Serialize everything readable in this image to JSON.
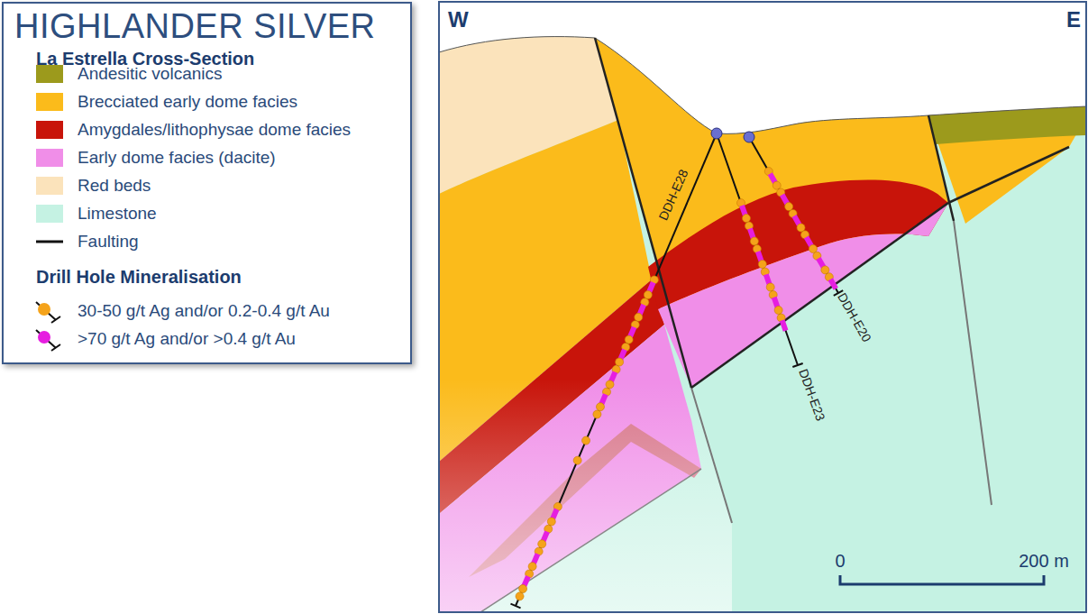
{
  "diagram": {
    "title": "HIGHLANDER SILVER",
    "labels": [
      "La Estrella Cross-Section",
      "Drill Hole Mineralisation",
      "W",
      "E",
      "DDH-E28",
      "DDH-E20",
      "DDH-E23",
      "0",
      "200 m"
    ],
    "legend": [
      {
        "text": "Andesitic volcanics",
        "color": "#9c9a1c"
      },
      {
        "text": "Brecciated early dome facies",
        "color": "#fbbb1b"
      },
      {
        "text": "Amygdales/lithophysae dome facies",
        "color": "#c8140a"
      },
      {
        "text": "Early dome facies (dacite)",
        "color": "#f08ee8"
      },
      {
        "text": "Red beds",
        "color": "#fbe3bb"
      },
      {
        "text": "Limestone",
        "color": "#c5f2e3"
      },
      {
        "text": "Faulting"
      },
      {
        "text": "30-50 g/t Ag and/or 0.2-0.4 g/t Au"
      },
      {
        "text": ">70 g/t Ag and/or >0.4 g/t Au"
      }
    ]
  }
}
